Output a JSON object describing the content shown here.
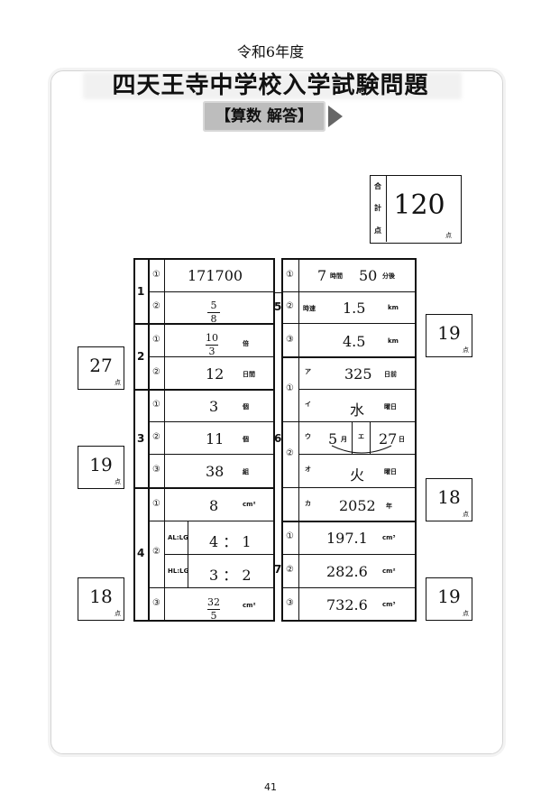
{
  "header": {
    "year": "令和6年度",
    "title": "四天王寺中学校入学試験問題",
    "subject": "【算数 解答】"
  },
  "total": {
    "label_chars": [
      "合",
      "計",
      "点"
    ],
    "value": "120",
    "unit": "点"
  },
  "scores": {
    "s27": "27",
    "s19a": "19",
    "s18a": "18",
    "s19b": "19",
    "s18b": "18",
    "s19c": "19",
    "unit": "点"
  },
  "questions": {
    "q1": "1",
    "q2": "2",
    "q3": "3",
    "q4": "4",
    "q5": "5",
    "q6": "6",
    "q7": "7"
  },
  "circles": {
    "c1": "①",
    "c2": "②",
    "c3": "③"
  },
  "kana": {
    "a": "ア",
    "i": "イ",
    "u": "ウ",
    "e": "エ",
    "o": "オ",
    "ka": "カ"
  },
  "left": {
    "q1_1": "171700",
    "q1_2": {
      "num": "5",
      "den": "8"
    },
    "q2_1": {
      "num": "10",
      "den": "3",
      "unit": "倍"
    },
    "q2_2": {
      "value": "12",
      "unit": "日間"
    },
    "q3_1": {
      "value": "3",
      "unit": "個"
    },
    "q3_2": {
      "value": "11",
      "unit": "個"
    },
    "q3_3": {
      "value": "38",
      "unit": "組"
    },
    "q4_1": {
      "value": "8",
      "unit": "cm²"
    },
    "q4_2a": {
      "label": "AL:LG",
      "value": "4 ： 1"
    },
    "q4_2b": {
      "label": "HL:LG",
      "value": "3 ： 2"
    },
    "q4_3": {
      "num": "32",
      "den": "5",
      "unit": "cm²"
    }
  },
  "right": {
    "q5_1": {
      "h": "7",
      "h_unit": "時間",
      "m": "50",
      "m_unit": "分後"
    },
    "q5_2": {
      "label": "時速",
      "value": "1.5",
      "unit": "km"
    },
    "q5_3": {
      "value": "4.5",
      "unit": "km"
    },
    "q6_a": {
      "value": "325",
      "unit": "日前"
    },
    "q6_i": {
      "value": "水",
      "unit": "曜日"
    },
    "q6_u": {
      "value": "5",
      "unit": "月"
    },
    "q6_e": {
      "value": "27",
      "unit": "日"
    },
    "q6_o": {
      "value": "火",
      "unit": "曜日"
    },
    "q6_ka": {
      "value": "2052",
      "unit": "年"
    },
    "q7_1": {
      "value": "197.1",
      "unit": "cm³"
    },
    "q7_2": {
      "value": "282.6",
      "unit": "cm²"
    },
    "q7_3": {
      "value": "732.6",
      "unit": "cm³"
    }
  },
  "page_number": "41"
}
